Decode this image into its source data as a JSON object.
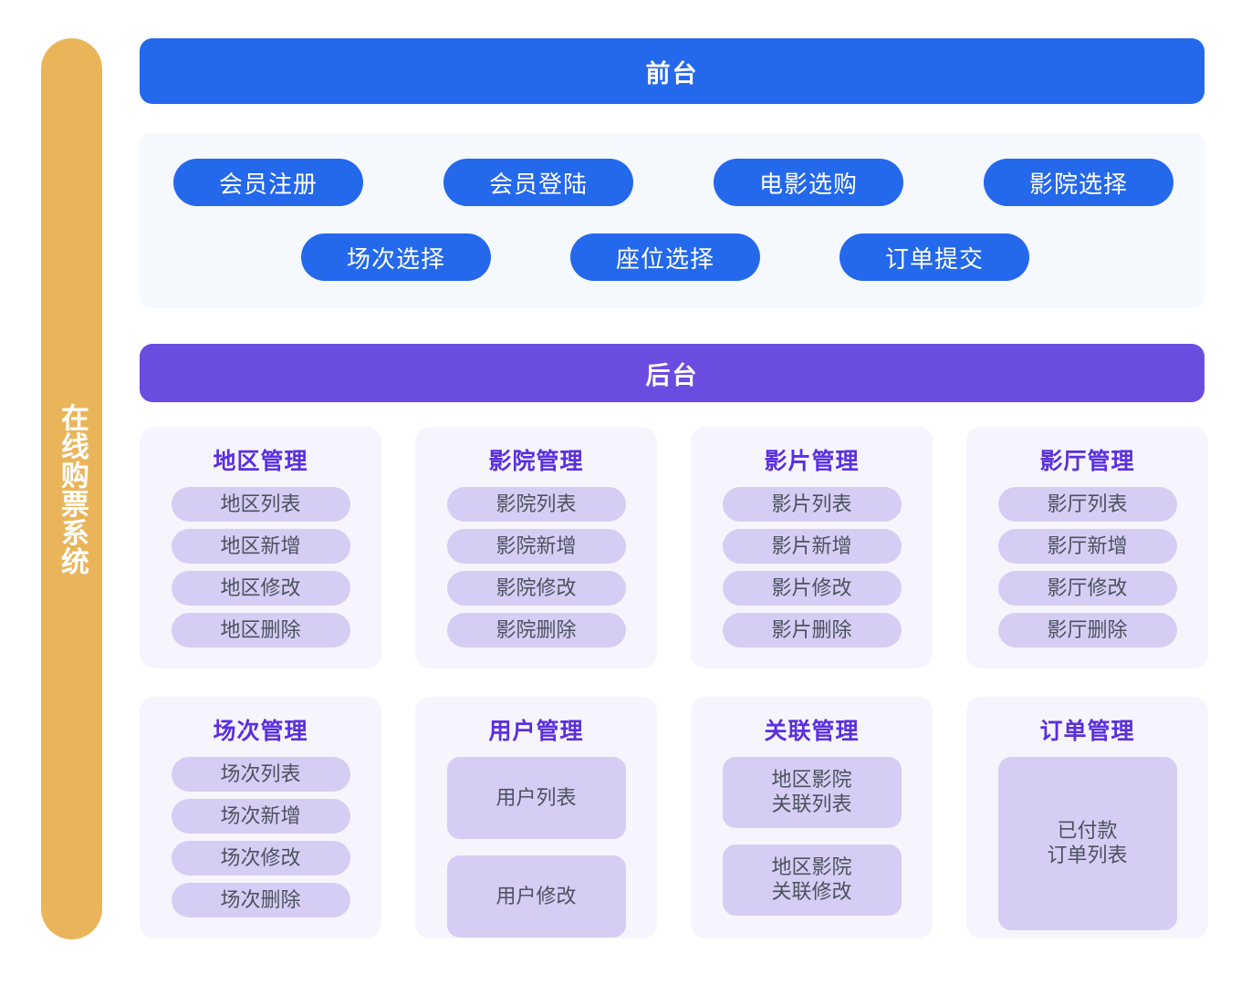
{
  "sidebar": {
    "label": "在线购票系统"
  },
  "front": {
    "band_title": "前台",
    "buttons_row1": [
      "会员注册",
      "会员登陆",
      "电影选购",
      "影院选择"
    ],
    "buttons_row2": [
      "场次选择",
      "座位选择",
      "订单提交"
    ]
  },
  "back": {
    "band_title": "后台",
    "cards": [
      {
        "title": "地区管理",
        "items": [
          "地区列表",
          "地区新增",
          "地区修改",
          "地区删除"
        ]
      },
      {
        "title": "影院管理",
        "items": [
          "影院列表",
          "影院新增",
          "影院修改",
          "影院删除"
        ]
      },
      {
        "title": "影片管理",
        "items": [
          "影片列表",
          "影片新增",
          "影片修改",
          "影片删除"
        ]
      },
      {
        "title": "影厅管理",
        "items": [
          "影厅列表",
          "影厅新增",
          "影厅修改",
          "影厅删除"
        ]
      },
      {
        "title": "场次管理",
        "items": [
          "场次列表",
          "场次新增",
          "场次修改",
          "场次删除"
        ]
      },
      {
        "title": "用户管理",
        "items": [
          "用户列表",
          "用户修改"
        ]
      },
      {
        "title": "关联管理",
        "items": [
          "地区影院\n关联列表",
          "地区影院\n关联修改"
        ]
      },
      {
        "title": "订单管理",
        "items": [
          "已付款\n订单列表"
        ]
      }
    ]
  },
  "colors": {
    "sidebar_gold": "#eab55a",
    "front_blue": "#2468ec",
    "back_purple": "#6b4ce0",
    "front_panel_bg": "#f5f8fd",
    "card_bg": "#f6f5fd",
    "pill_lavender": "#d6cdf4",
    "card_title_purple": "#5a2fe0",
    "pill_text_gray": "#4c5260",
    "page_bg": "#ffffff"
  }
}
